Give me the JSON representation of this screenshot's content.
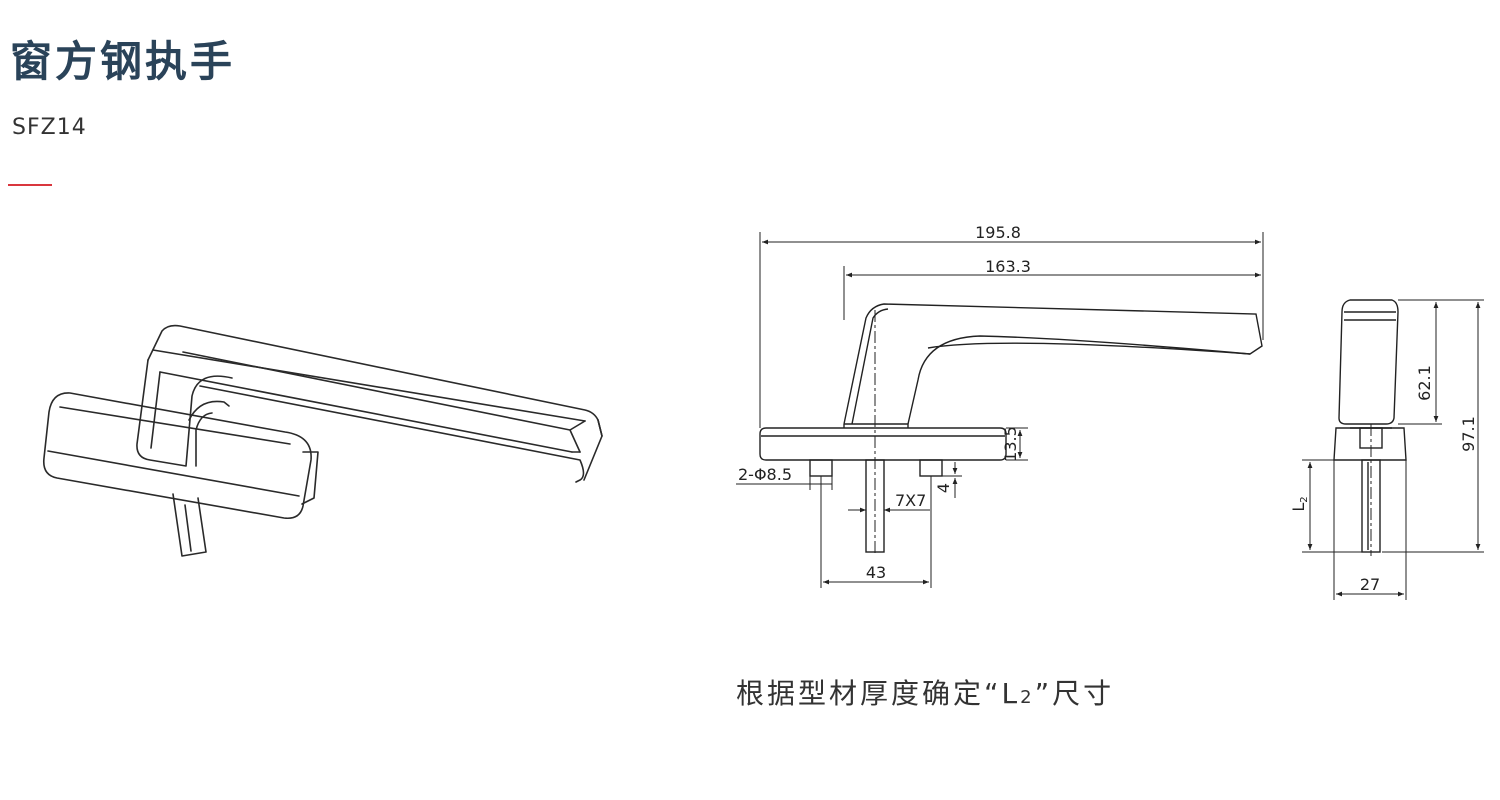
{
  "header": {
    "title": "窗方钢执手",
    "model": "SFZ14",
    "accent_color": "#d9363e",
    "title_color": "#2a4359"
  },
  "drawing": {
    "dimensions": {
      "overall_length": "195.8",
      "lever_length": "163.3",
      "base_height": "13.5",
      "holes": "2-Φ8.5",
      "spindle": "7X7",
      "boss_height": "4",
      "hole_spacing": "43",
      "handle_height": "62.1",
      "total_height": "97.1",
      "spindle_length_base": "L",
      "spindle_length_sub": "2",
      "base_width": "27"
    },
    "note": {
      "before": "根据型材厚度确定“L",
      "sub": "2",
      "after": "”尺寸"
    }
  }
}
